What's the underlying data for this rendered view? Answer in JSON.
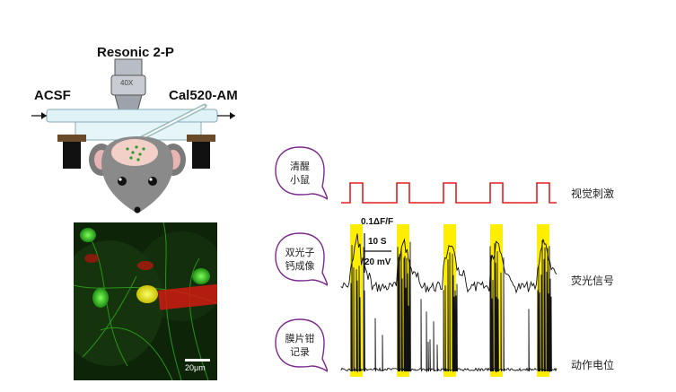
{
  "setup": {
    "microscope_label": "Resonic 2-P",
    "objective_label": "40X",
    "inflow_label": "ACSF",
    "dye_label": "Cal520-AM"
  },
  "micrograph": {
    "scale_bar_label": "20μm"
  },
  "bubbles": [
    {
      "line1": "清醒",
      "line2": "小鼠"
    },
    {
      "line1": "双光子",
      "line2": "钙成像"
    },
    {
      "line1": "膜片钳",
      "line2": "记录"
    }
  ],
  "traces": {
    "stimulus_label": "视觉刺激",
    "fluorescence_label": "荧光信号",
    "action_potential_label": "动作电位"
  },
  "scale": {
    "fluor": "0.1ΔF/F",
    "time": "10 S",
    "voltage": "20 mV"
  },
  "colors": {
    "stimulus": "#e02020",
    "highlight": "#ffee00",
    "trace": "#111111",
    "bubble_stroke": "#7a2a8a"
  }
}
